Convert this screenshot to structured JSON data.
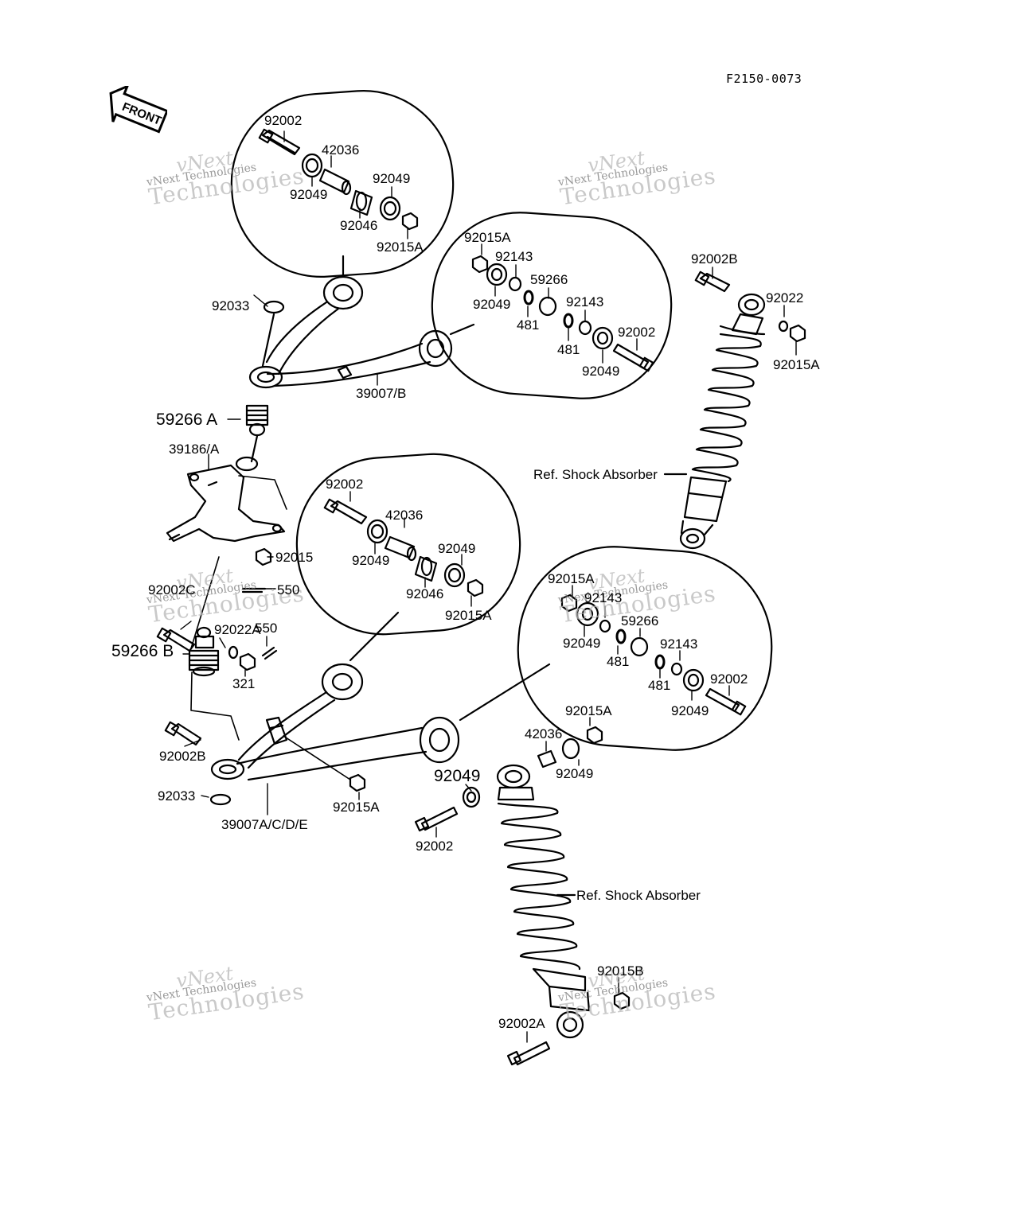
{
  "diagram_code": "F2150-0073",
  "front_label": "FRONT",
  "watermark": {
    "line1": "vNext",
    "line2": "vNext Technologies",
    "line3": "Technologies"
  },
  "labels": {
    "p92002_top": "92002",
    "p42036_top": "42036",
    "p92049_top_a": "92049",
    "p92049_top_b": "92049",
    "p92046_top": "92046",
    "p92015A_top": "92015A",
    "p92015A_r1": "92015A",
    "p92143_r1a": "92143",
    "p59266_r1": "59266",
    "p92049_r1a": "92049",
    "p481_r1a": "481",
    "p92143_r1b": "92143",
    "p481_r1b": "481",
    "p92002_r1": "92002",
    "p92049_r1b": "92049",
    "p92002B_shock": "92002B",
    "p92022_shock": "92022",
    "p92015A_shock": "92015A",
    "p92033_top": "92033",
    "p39007B": "39007/B",
    "p59266A": "59266 A",
    "p39186A": "39186/A",
    "ref_shock_1": "Ref. Shock Absorber",
    "p92002_mid": "92002",
    "p42036_mid": "42036",
    "p92049_mid_a": "92049",
    "p92049_mid_b": "92049",
    "p92046_mid": "92046",
    "p92015A_mid": "92015A",
    "p92015": "92015",
    "p550_a": "550",
    "p92002C": "92002C",
    "p92022A": "92022A",
    "p550_b": "550",
    "p59266B": "59266 B",
    "p321": "321",
    "p92015A_r2": "92015A",
    "p92143_r2a": "92143",
    "p92049_r2a": "92049",
    "p59266_r2": "59266",
    "p481_r2a": "481",
    "p92143_r2b": "92143",
    "p481_r2b": "481",
    "p92002_r2": "92002",
    "p92049_r2b": "92049",
    "p92015A_lower_shock": "92015A",
    "p42036_lower": "42036",
    "p92049_lower_a": "92049",
    "p92049_lower_b": "92049",
    "p92002B_bot": "92002B",
    "p92033_bot": "92033",
    "p92015A_arm": "92015A",
    "p39007ACDE": "39007A/C/D/E",
    "p92002_lower": "92002",
    "ref_shock_2": "Ref. Shock Absorber",
    "p92015B": "92015B",
    "p92002A": "92002A"
  }
}
